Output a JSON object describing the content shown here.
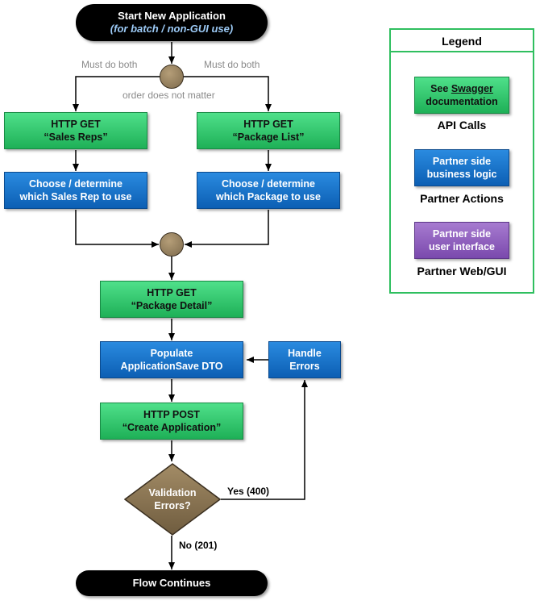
{
  "start": {
    "title": "Start New Application",
    "subtitle": "(for batch / non-GUI use)"
  },
  "annotations": {
    "left_note": "Must do both",
    "right_note": "Must do both",
    "order_note": "order does not matter"
  },
  "nodes": {
    "get_sales_reps": {
      "line1": "HTTP GET",
      "line2": "“Sales Reps”"
    },
    "get_package_list": {
      "line1": "HTTP GET",
      "line2": "“Package List”"
    },
    "choose_sales_rep": {
      "line1": "Choose / determine",
      "line2": "which Sales Rep to use"
    },
    "choose_package": {
      "line1": "Choose / determine",
      "line2": "which Package to use"
    },
    "get_package_detail": {
      "line1": "HTTP GET",
      "line2": "“Package Detail”"
    },
    "populate_dto": {
      "line1": "Populate",
      "line2": "ApplicationSave DTO"
    },
    "handle_errors": {
      "line1": "Handle",
      "line2": "Errors"
    },
    "post_create_application": {
      "line1": "HTTP POST",
      "line2": "“Create Application”"
    },
    "validation_decision": {
      "line1": "Validation",
      "line2": "Errors?"
    }
  },
  "edge_labels": {
    "yes": "Yes (400)",
    "no": "No (201)"
  },
  "end": {
    "title": "Flow Continues"
  },
  "legend": {
    "title": "Legend",
    "api": {
      "prefix": "See",
      "link": "Swagger",
      "line2": "documentation",
      "caption": "API Calls"
    },
    "partner": {
      "line1": "Partner side",
      "line2": "business logic",
      "caption": "Partner Actions"
    },
    "gui": {
      "line1": "Partner side",
      "line2": "user interface",
      "caption": "Partner Web/GUI"
    }
  },
  "colors": {
    "api_green": "#1eb057",
    "partner_blue": "#0c5fb4",
    "gui_purple": "#7a49ad",
    "decision_brown": "#7d6a4c",
    "terminal_black": "#000000",
    "legend_border": "#2fbf5f"
  }
}
